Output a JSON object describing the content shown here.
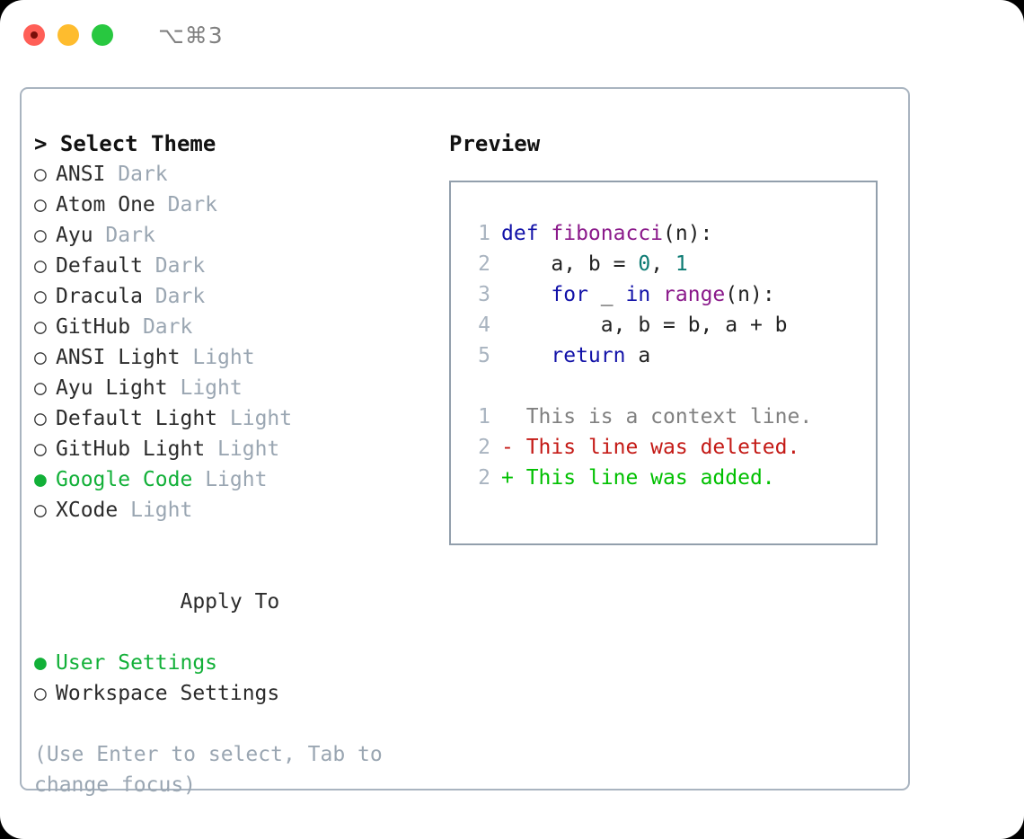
{
  "titlebar": {
    "shortcut": "⌥⌘3",
    "buttons": [
      {
        "name": "close",
        "color": "#ff5f57"
      },
      {
        "name": "minimize",
        "color": "#febc2e"
      },
      {
        "name": "maximize",
        "color": "#28c840"
      }
    ]
  },
  "theme_picker": {
    "header": "> Select Theme",
    "items": [
      {
        "bullet": "○",
        "label": "ANSI",
        "variant": "Dark",
        "selected": false
      },
      {
        "bullet": "○",
        "label": "Atom One",
        "variant": "Dark",
        "selected": false
      },
      {
        "bullet": "○",
        "label": "Ayu",
        "variant": "Dark",
        "selected": false
      },
      {
        "bullet": "○",
        "label": "Default",
        "variant": "Dark",
        "selected": false
      },
      {
        "bullet": "○",
        "label": "Dracula",
        "variant": "Dark",
        "selected": false
      },
      {
        "bullet": "○",
        "label": "GitHub",
        "variant": "Dark",
        "selected": false
      },
      {
        "bullet": "○",
        "label": "ANSI Light",
        "variant": "Light",
        "selected": false
      },
      {
        "bullet": "○",
        "label": "Ayu Light",
        "variant": "Light",
        "selected": false
      },
      {
        "bullet": "○",
        "label": "Default Light",
        "variant": "Light",
        "selected": false
      },
      {
        "bullet": "○",
        "label": "GitHub Light",
        "variant": "Light",
        "selected": false
      },
      {
        "bullet": "●",
        "label": "Google Code",
        "variant": "Light",
        "selected": true
      },
      {
        "bullet": "○",
        "label": "XCode",
        "variant": "Light",
        "selected": false
      }
    ]
  },
  "apply_to": {
    "header": "Apply To",
    "items": [
      {
        "bullet": "●",
        "label": "User Settings",
        "selected": true
      },
      {
        "bullet": "○",
        "label": "Workspace Settings",
        "selected": false
      }
    ]
  },
  "hint": "(Use Enter to select, Tab to change focus)",
  "preview": {
    "title": "Preview",
    "code_lines": [
      {
        "no": "1",
        "segments": [
          {
            "t": "def ",
            "c": "kw"
          },
          {
            "t": "fibonacci",
            "c": "fn"
          },
          {
            "t": "(n):",
            "c": "txt"
          }
        ]
      },
      {
        "no": "2",
        "segments": [
          {
            "t": "    a, b = ",
            "c": "txt"
          },
          {
            "t": "0",
            "c": "num"
          },
          {
            "t": ", ",
            "c": "txt"
          },
          {
            "t": "1",
            "c": "num"
          }
        ]
      },
      {
        "no": "3",
        "segments": [
          {
            "t": "    ",
            "c": "txt"
          },
          {
            "t": "for",
            "c": "kw"
          },
          {
            "t": " _ ",
            "c": "txt"
          },
          {
            "t": "in",
            "c": "kw"
          },
          {
            "t": " ",
            "c": "txt"
          },
          {
            "t": "range",
            "c": "fn"
          },
          {
            "t": "(n):",
            "c": "txt"
          }
        ]
      },
      {
        "no": "4",
        "segments": [
          {
            "t": "        a, b = b, a + b",
            "c": "txt"
          }
        ]
      },
      {
        "no": "5",
        "segments": [
          {
            "t": "    ",
            "c": "txt"
          },
          {
            "t": "return",
            "c": "kw"
          },
          {
            "t": " a",
            "c": "txt"
          }
        ]
      }
    ],
    "diff_lines": [
      {
        "no": "1",
        "marker": " ",
        "text": " This is a context line.",
        "kind": "diff-ctx"
      },
      {
        "no": "2",
        "marker": "-",
        "text": " This line was deleted.",
        "kind": "diff-del"
      },
      {
        "no": "2",
        "marker": "+",
        "text": " This line was added.",
        "kind": "diff-add"
      }
    ]
  },
  "colors": {
    "accent_green": "#12b038",
    "muted": "#9aa6b2",
    "border": "#a9b4c0",
    "keyword": "#1212a8",
    "function": "#8b1a8b",
    "number": "#0b7a72",
    "diff_deleted": "#c41a16",
    "diff_added": "#00c000"
  }
}
